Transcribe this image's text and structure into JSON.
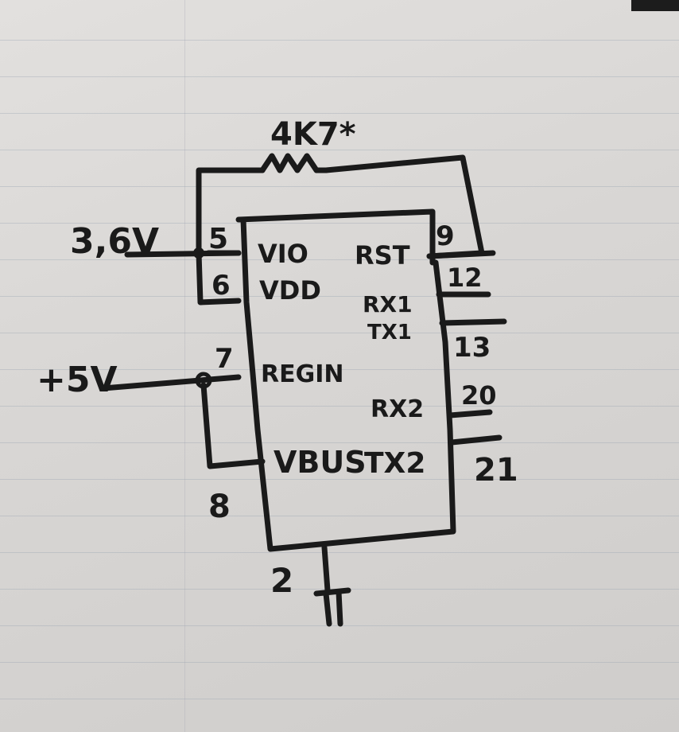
{
  "resistor": {
    "label": "4K7*"
  },
  "supplies": {
    "v36": "3,6V",
    "v5": "+5V"
  },
  "chip": {
    "left_pins": [
      {
        "num": "5",
        "name": "VIO"
      },
      {
        "num": "6",
        "name": "VDD"
      },
      {
        "num": "7",
        "name": "REGIN"
      },
      {
        "num": "8",
        "name": "VBUS"
      }
    ],
    "right_pins": [
      {
        "num": "9",
        "name": "RST"
      },
      {
        "num": "12",
        "name": "RX1"
      },
      {
        "num": "13",
        "name": "TX1"
      },
      {
        "num": "20",
        "name": "RX2"
      },
      {
        "num": "21",
        "name": "TX2"
      }
    ],
    "bottom_pin": {
      "num": "2"
    }
  },
  "colors": {
    "ink": "#1a1a1a",
    "paper": "#dcdad8"
  }
}
